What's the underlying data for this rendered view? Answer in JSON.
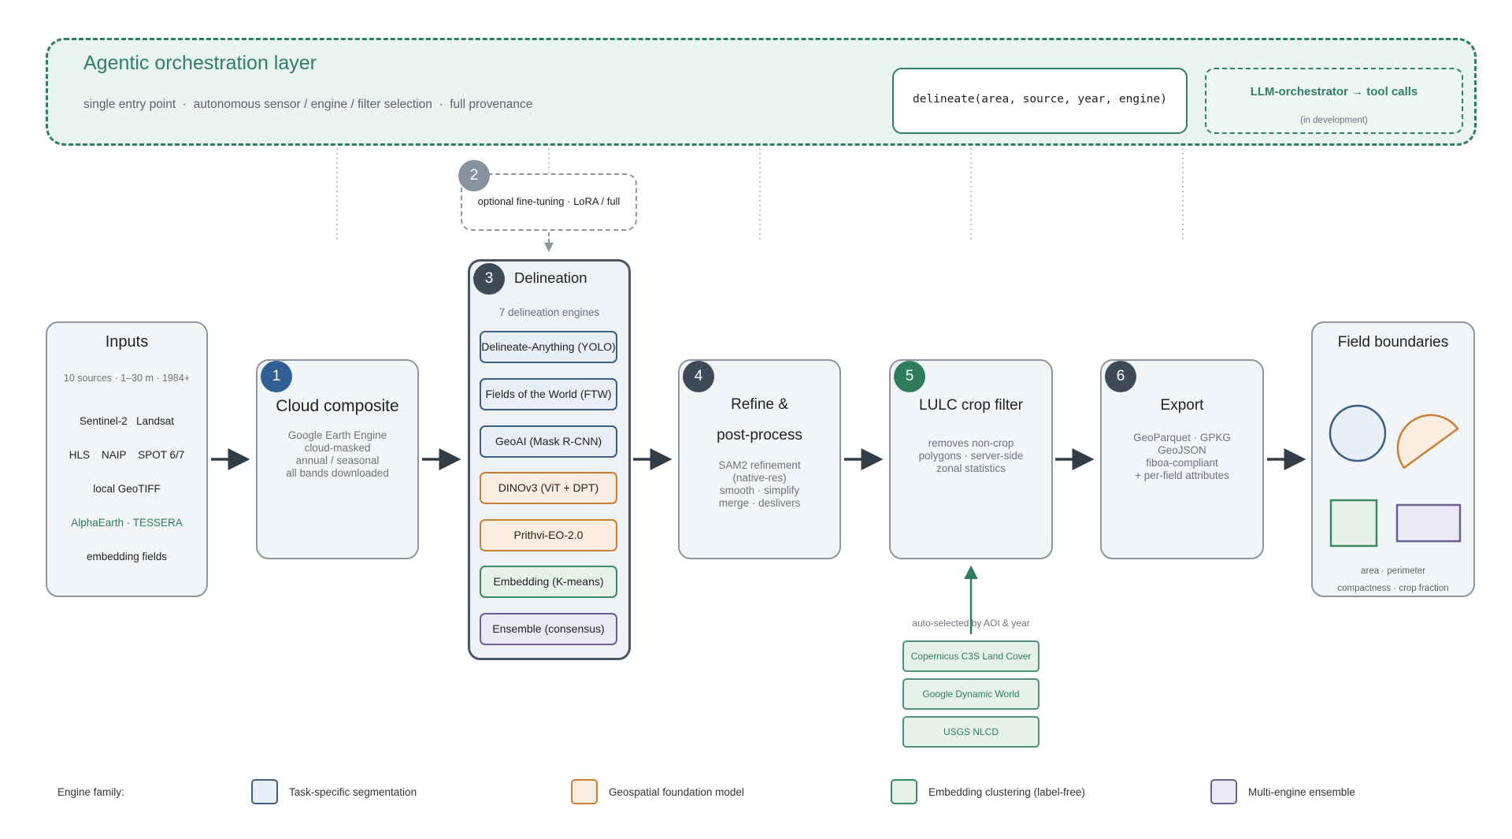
{
  "orchestration": {
    "title": "Agentic orchestration layer",
    "subtitle": "single entry point  ·  autonomous sensor / engine / filter selection  ·  full provenance",
    "code_call": "delineate(area, source, year, engine)",
    "llm_title": "LLM-orchestrator → tool calls",
    "llm_note": "(in development)"
  },
  "finetune": {
    "number": "2",
    "label": "optional fine-tuning · LoRA / full"
  },
  "inputs": {
    "title": "Inputs",
    "subtitle": "10 sources · 1–30 m · 1984+",
    "line1": "Sentinel-2   Landsat",
    "line2": "HLS    NAIP    SPOT 6/7",
    "line3": "local GeoTIFF",
    "line4": "AlphaEarth · TESSERA",
    "line5": "embedding fields"
  },
  "cloud": {
    "number": "1",
    "title": "Cloud composite",
    "desc": [
      "Google Earth Engine",
      "cloud-masked",
      "annual / seasonal",
      "all bands downloaded"
    ]
  },
  "delineation": {
    "number": "3",
    "title": "Delineation",
    "subtitle": "7 delineation engines",
    "engines": [
      {
        "label": "Delineate-Anything (YOLO)",
        "family": "seg"
      },
      {
        "label": "Fields of the World (FTW)",
        "family": "seg"
      },
      {
        "label": "GeoAI (Mask R-CNN)",
        "family": "seg"
      },
      {
        "label": "DINOv3 (ViT + DPT)",
        "family": "geo"
      },
      {
        "label": "Prithvi-EO-2.0",
        "family": "geo"
      },
      {
        "label": "Embedding (K-means)",
        "family": "emb"
      },
      {
        "label": "Ensemble (consensus)",
        "family": "ens"
      }
    ]
  },
  "refine": {
    "number": "4",
    "title_line1": "Refine &",
    "title_line2": "post-process",
    "desc": [
      "SAM2 refinement",
      "(native-res)",
      "smooth · simplify",
      "merge · deslivers"
    ]
  },
  "lulc": {
    "number": "5",
    "title": "LULC crop filter",
    "desc": [
      "removes non-crop",
      "polygons · server-side",
      "zonal statistics"
    ],
    "auto_label": "auto-selected by AOI & year",
    "sources": [
      "Copernicus C3S Land Cover",
      "Google Dynamic World",
      "USGS NLCD"
    ]
  },
  "export": {
    "number": "6",
    "title": "Export",
    "desc": [
      "GeoParquet · GPKG",
      "GeoJSON",
      "fiboa-compliant",
      "+ per-field attributes"
    ]
  },
  "fields": {
    "title": "Field boundaries",
    "footer1": "area · perimeter",
    "footer2": "compactness · crop fraction"
  },
  "legend": {
    "label": "Engine family:",
    "items": [
      {
        "label": "Task-specific segmentation",
        "color": "#3b5f82",
        "fill": "#e9eff6"
      },
      {
        "label": "Geospatial foundation model",
        "color": "#c98034",
        "fill": "#fbeee0"
      },
      {
        "label": "Embedding clustering (label-free)",
        "color": "#3b8a63",
        "fill": "#e6f1ea"
      },
      {
        "label": "Multi-engine ensemble",
        "color": "#6b5f94",
        "fill": "#ede9f4"
      }
    ]
  },
  "colors": {
    "orchestration": "#2f7d6a",
    "stage_border": "#8b96a1",
    "arrow": "#333d47"
  }
}
